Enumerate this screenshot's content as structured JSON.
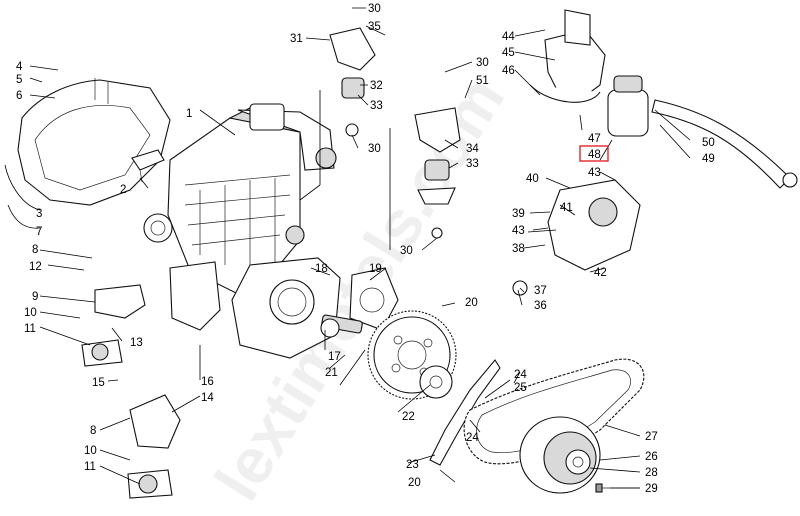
{
  "watermark": "lextimotels.com",
  "highlight_color": "#e0262b",
  "highlighted_callout": "48",
  "callouts": [
    "1",
    "2",
    "3",
    "4",
    "5",
    "6",
    "7",
    "8",
    "9",
    "10",
    "11",
    "12",
    "13",
    "14",
    "15",
    "16",
    "17",
    "18",
    "19",
    "20",
    "21",
    "22",
    "23",
    "24",
    "25",
    "26",
    "27",
    "28",
    "29",
    "30",
    "31",
    "32",
    "33",
    "34",
    "35",
    "36",
    "37",
    "38",
    "39",
    "40",
    "41",
    "42",
    "43",
    "44",
    "45",
    "46",
    "47",
    "48",
    "49",
    "50",
    "51"
  ],
  "labels": {
    "c1": "1",
    "c2": "2",
    "c3": "3",
    "c4": "4",
    "c5": "5",
    "c6": "6",
    "c7": "7",
    "c8a": "8",
    "c8b": "8",
    "c9": "9",
    "c10a": "10",
    "c10b": "10",
    "c11a": "11",
    "c11b": "11",
    "c12": "12",
    "c13": "13",
    "c14": "14",
    "c15": "15",
    "c16": "16",
    "c17": "17",
    "c18": "18",
    "c19": "19",
    "c20a": "20",
    "c20b": "20",
    "c21": "21",
    "c22": "22",
    "c23": "23",
    "c24a": "24",
    "c24b": "24",
    "c25": "25",
    "c26": "26",
    "c27": "27",
    "c28": "28",
    "c29": "29",
    "c30a": "30",
    "c30b": "30",
    "c30c": "30",
    "c30d": "30",
    "c31": "31",
    "c32": "32",
    "c33a": "33",
    "c33b": "33",
    "c34": "34",
    "c35": "35",
    "c36": "36",
    "c37": "37",
    "c38": "38",
    "c39": "39",
    "c40": "40",
    "c41": "41",
    "c42": "42",
    "c43a": "43",
    "c43b": "43",
    "c44": "44",
    "c45": "45",
    "c46": "46",
    "c47": "47",
    "c48": "48",
    "c49": "49",
    "c50": "50",
    "c51": "51"
  }
}
